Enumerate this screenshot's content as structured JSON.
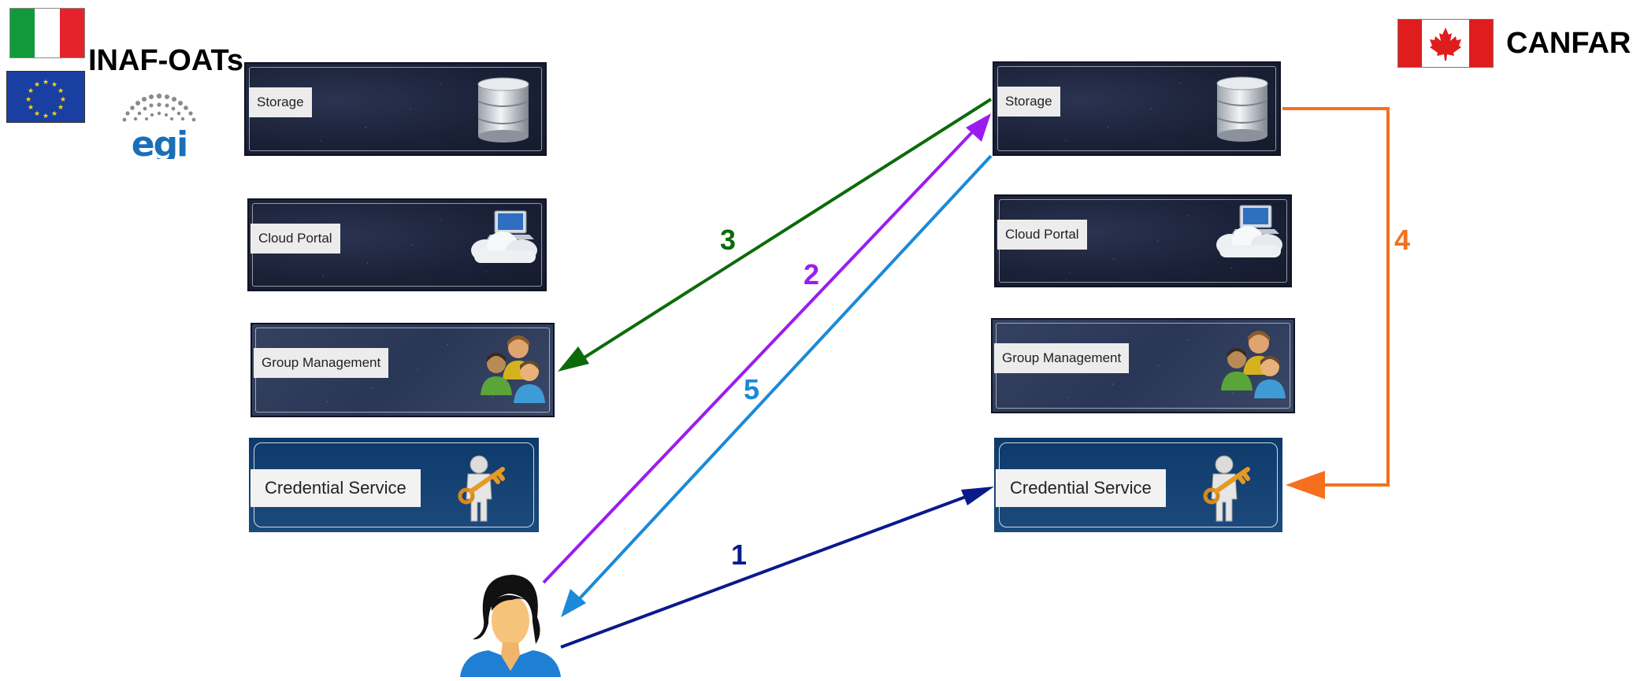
{
  "left_site": {
    "name": "INAF-OATs"
  },
  "right_site": {
    "name": "CANFAR"
  },
  "left_services": {
    "storage": "Storage",
    "cloud_portal": "Cloud Portal",
    "group_management": "Group Management",
    "credential_service": "Credential Service"
  },
  "right_services": {
    "storage": "Storage",
    "cloud_portal": "Cloud Portal",
    "group_management": "Group Management",
    "credential_service": "Credential Service"
  },
  "steps": {
    "s1": {
      "label": "1",
      "color": "#0a1a8c"
    },
    "s2": {
      "label": "2",
      "color": "#9b1cf0"
    },
    "s3": {
      "label": "3",
      "color": "#0b6b0b"
    },
    "s4": {
      "label": "4",
      "color": "#f5701e"
    },
    "s5": {
      "label": "5",
      "color": "#1a8ad8"
    }
  },
  "icons": [
    "italy-flag-icon",
    "eu-flag-icon",
    "egi-logo",
    "canada-flag-icon",
    "database-icon",
    "cloud-computer-icon",
    "people-group-icon",
    "person-key-icon",
    "user-avatar-icon"
  ]
}
